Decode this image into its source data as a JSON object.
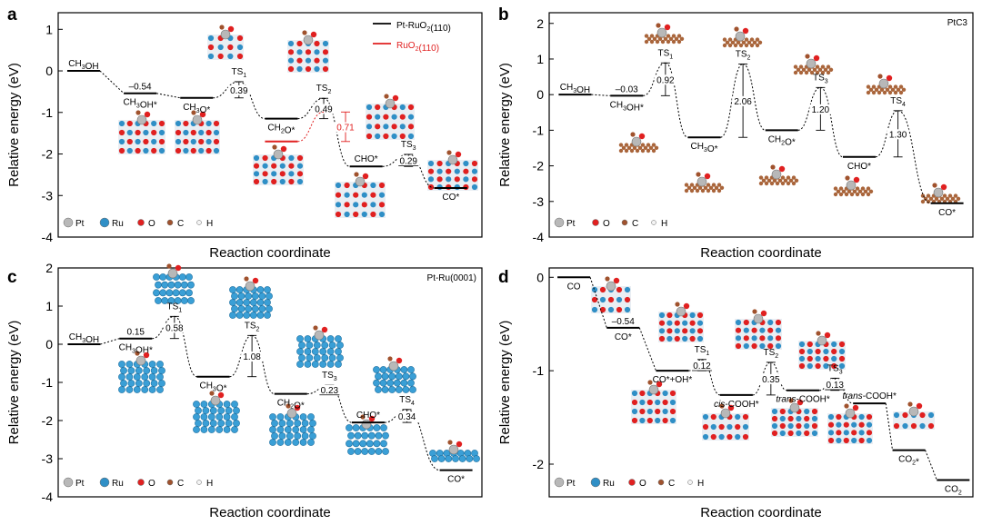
{
  "chart_data": [
    {
      "id": "a",
      "type": "line",
      "panel_label": "a",
      "xlabel": "Reaction coordinate",
      "ylabel": "Relative energy (eV)",
      "ylim": [
        -4,
        1.4
      ],
      "yticks": [
        1,
        0,
        -1,
        -2,
        -3,
        -4
      ],
      "tick_labels": [
        "1",
        "0",
        "-1",
        "-2",
        "-3",
        "-4"
      ],
      "annotation_text": "",
      "legend": {
        "placement": "top-right",
        "entries": [
          {
            "name": "Pt-RuO2(110)",
            "color": "#000000"
          },
          {
            "name": "RuO2(110)",
            "color": "#e02020"
          }
        ]
      },
      "atom_legend": [
        {
          "name": "Pt",
          "color": "#b8b8b8",
          "size": 5
        },
        {
          "name": "Ru",
          "color": "#2f8fc6",
          "size": 5
        },
        {
          "name": "O",
          "color": "#e02020",
          "size": 3.5
        },
        {
          "name": "C",
          "color": "#a0522d",
          "size": 3
        },
        {
          "name": "H",
          "color": "#f4f4f4",
          "size": 2.5
        }
      ],
      "series": [
        {
          "name": "Pt-RuO2(110)",
          "color": "#000000",
          "steps": [
            {
              "x": 1,
              "y": 0,
              "label": "CH3OH",
              "label_pos": "above"
            },
            {
              "x": 2,
              "y": -0.54,
              "label": "CH3OH*",
              "label_pos": "below",
              "value_text": "–0.54"
            },
            {
              "x": 3,
              "y": -0.65,
              "label": "CH3O*",
              "label_pos": "below"
            },
            {
              "x": 3.75,
              "y": -0.26,
              "label": "TS1",
              "ts": true
            },
            {
              "x": 4.5,
              "y": -1.15,
              "label": "CH2O*",
              "label_pos": "below"
            },
            {
              "x": 5.25,
              "y": -0.66,
              "label": "TS2",
              "ts": true
            },
            {
              "x": 6,
              "y": -2.3,
              "label": "CHO*",
              "label_pos": "above"
            },
            {
              "x": 6.75,
              "y": -2.01,
              "label": "TS3",
              "ts": true
            },
            {
              "x": 7.5,
              "y": -2.82,
              "label": "CO*",
              "label_pos": "below"
            }
          ],
          "barriers": [
            {
              "x": 3.75,
              "from": -0.65,
              "to": -0.26,
              "value": "0.39"
            },
            {
              "x": 5.25,
              "from": -1.15,
              "to": -0.66,
              "value": "0.49"
            },
            {
              "x": 6.75,
              "from": -2.3,
              "to": -2.01,
              "value": "0.29",
              "underline": true
            }
          ]
        },
        {
          "name": "RuO2(110)",
          "color": "#e02020",
          "steps": [
            {
              "x": 4.5,
              "y": -1.7
            },
            {
              "x": 5.25,
              "y": -0.99,
              "ts": true
            }
          ],
          "barriers": [
            {
              "x": 5.25,
              "from": -1.7,
              "to": -0.99,
              "value": "0.71",
              "offset": 24
            }
          ]
        }
      ]
    },
    {
      "id": "b",
      "type": "line",
      "panel_label": "b",
      "xlabel": "Reaction coordinate",
      "ylabel": "Relative energy (eV)",
      "ylim": [
        -4,
        2.3
      ],
      "yticks": [
        2,
        1,
        0,
        -1,
        -2,
        -3,
        -4
      ],
      "tick_labels": [
        "2",
        "1",
        "0",
        "-1",
        "-2",
        "-3",
        "-4"
      ],
      "annotation_text": "PtC3",
      "legend": null,
      "atom_legend": [
        {
          "name": "Pt",
          "color": "#b8b8b8",
          "size": 5
        },
        {
          "name": "O",
          "color": "#e02020",
          "size": 3.5
        },
        {
          "name": "C",
          "color": "#a0522d",
          "size": 3
        },
        {
          "name": "H",
          "color": "#f4f4f4",
          "size": 2.5
        }
      ],
      "series": [
        {
          "name": "",
          "color": "#000000",
          "steps": [
            {
              "x": 1,
              "y": 0,
              "label": "CH3OH",
              "label_pos": "above"
            },
            {
              "x": 2,
              "y": -0.03,
              "label": "CH3OH*",
              "label_pos": "below",
              "value_text": "–0.03"
            },
            {
              "x": 2.75,
              "y": 0.89,
              "label": "TS1",
              "ts": true
            },
            {
              "x": 3.5,
              "y": -1.2,
              "label": "CH3O*",
              "label_pos": "below"
            },
            {
              "x": 4.25,
              "y": 0.86,
              "label": "TS2",
              "ts": true
            },
            {
              "x": 5,
              "y": -1.0,
              "label": "CH2O*",
              "label_pos": "below"
            },
            {
              "x": 5.75,
              "y": 0.2,
              "label": "TS3",
              "ts": true
            },
            {
              "x": 6.5,
              "y": -1.75,
              "label": "CHO*",
              "label_pos": "below"
            },
            {
              "x": 7.25,
              "y": -0.45,
              "label": "TS4",
              "ts": true
            },
            {
              "x": 8.2,
              "y": -3.05,
              "label": "CO*",
              "label_pos": "below"
            }
          ],
          "barriers": [
            {
              "x": 2.75,
              "from": -0.03,
              "to": 0.89,
              "value": "0.92"
            },
            {
              "x": 4.25,
              "from": -1.2,
              "to": 0.86,
              "value": "2.06"
            },
            {
              "x": 5.75,
              "from": -1.0,
              "to": 0.2,
              "value": "1.20"
            },
            {
              "x": 7.25,
              "from": -1.75,
              "to": -0.45,
              "value": "1.30"
            }
          ]
        }
      ]
    },
    {
      "id": "c",
      "type": "line",
      "panel_label": "c",
      "xlabel": "Reaction coordinate",
      "ylabel": "Relative energy (eV)",
      "ylim": [
        -4,
        2
      ],
      "yticks": [
        2,
        1,
        0,
        -1,
        -2,
        -3,
        -4
      ],
      "tick_labels": [
        "2",
        "1",
        "0",
        "-1",
        "-2",
        "-3",
        "-4"
      ],
      "annotation_text": "Pt-Ru(0001)",
      "legend": null,
      "atom_legend": [
        {
          "name": "Pt",
          "color": "#b8b8b8",
          "size": 5
        },
        {
          "name": "Ru",
          "color": "#2f8fc6",
          "size": 5
        },
        {
          "name": "O",
          "color": "#e02020",
          "size": 3.5
        },
        {
          "name": "C",
          "color": "#a0522d",
          "size": 3
        },
        {
          "name": "H",
          "color": "#f4f4f4",
          "size": 2.5
        }
      ],
      "series": [
        {
          "name": "",
          "color": "#000000",
          "steps": [
            {
              "x": 1,
              "y": 0,
              "label": "CH3OH",
              "label_pos": "above"
            },
            {
              "x": 2,
              "y": 0.15,
              "label": "CH3OH*",
              "label_pos": "below",
              "value_text": "0.15"
            },
            {
              "x": 2.75,
              "y": 0.73,
              "label": "TS1",
              "ts": true
            },
            {
              "x": 3.5,
              "y": -0.85,
              "label": "CH3O*",
              "label_pos": "below"
            },
            {
              "x": 4.25,
              "y": 0.23,
              "label": "TS2",
              "ts": true
            },
            {
              "x": 5,
              "y": -1.3,
              "label": "CH2O*",
              "label_pos": "below"
            },
            {
              "x": 5.75,
              "y": -1.07,
              "label": "TS3",
              "ts": true
            },
            {
              "x": 6.5,
              "y": -2.05,
              "label": "CHO*",
              "label_pos": "above"
            },
            {
              "x": 7.25,
              "y": -1.71,
              "label": "TS4",
              "ts": true
            },
            {
              "x": 8.2,
              "y": -3.3,
              "label": "CO*",
              "label_pos": "below"
            }
          ],
          "barriers": [
            {
              "x": 2.75,
              "from": 0.15,
              "to": 0.73,
              "value": "0.58"
            },
            {
              "x": 4.25,
              "from": -0.85,
              "to": 0.23,
              "value": "1.08"
            },
            {
              "x": 5.75,
              "from": -1.3,
              "to": -1.07,
              "value": "0.23",
              "underline": true
            },
            {
              "x": 7.25,
              "from": -2.05,
              "to": -1.71,
              "value": "0.34"
            }
          ]
        }
      ]
    },
    {
      "id": "d",
      "type": "line",
      "panel_label": "d",
      "xlabel": "Reaction coordinate",
      "ylabel": "Relative energy (eV)",
      "ylim": [
        -2.35,
        0.1
      ],
      "yticks": [
        0,
        -1,
        -2
      ],
      "tick_labels": [
        "0",
        "-1",
        "-2"
      ],
      "annotation_text": "",
      "legend": null,
      "atom_legend": [
        {
          "name": "Pt",
          "color": "#b8b8b8",
          "size": 5
        },
        {
          "name": "Ru",
          "color": "#2f8fc6",
          "size": 5
        },
        {
          "name": "O",
          "color": "#e02020",
          "size": 3.5
        },
        {
          "name": "C",
          "color": "#a0522d",
          "size": 3
        },
        {
          "name": "H",
          "color": "#f4f4f4",
          "size": 2.5
        }
      ],
      "series": [
        {
          "name": "",
          "color": "#000000",
          "steps": [
            {
              "x": 1,
              "y": 0,
              "label": "CO",
              "label_pos": "below"
            },
            {
              "x": 2,
              "y": -0.54,
              "label": "CO*",
              "label_pos": "below",
              "value_text": "–0.54"
            },
            {
              "x": 3,
              "y": -1.0,
              "label": "CO*+OH*",
              "label_pos": "below"
            },
            {
              "x": 3.6,
              "y": -0.88,
              "label": "TS1",
              "ts": true
            },
            {
              "x": 4.3,
              "y": -1.26,
              "label": "cis-COOH*",
              "label_pos": "below"
            },
            {
              "x": 5,
              "y": -0.91,
              "label": "TS2",
              "ts": true
            },
            {
              "x": 5.65,
              "y": -1.21,
              "label": "trans-COOH*",
              "label_pos": "below"
            },
            {
              "x": 6.3,
              "y": -1.08,
              "label": "TS3",
              "ts": true
            },
            {
              "x": 7,
              "y": -1.35,
              "label": "trans-COOH*",
              "label_pos": "above"
            },
            {
              "x": 7.8,
              "y": -1.85,
              "label": "CO2*",
              "label_pos": "below"
            },
            {
              "x": 8.7,
              "y": -2.17,
              "label": "CO2",
              "label_pos": "below"
            }
          ],
          "barriers": [
            {
              "x": 3.6,
              "from": -1.0,
              "to": -0.88,
              "value": "0.12",
              "underline": true
            },
            {
              "x": 5,
              "from": -1.26,
              "to": -0.91,
              "value": "0.35"
            },
            {
              "x": 6.3,
              "from": -1.21,
              "to": -1.08,
              "value": "0.13",
              "underline": true
            }
          ]
        }
      ]
    }
  ]
}
